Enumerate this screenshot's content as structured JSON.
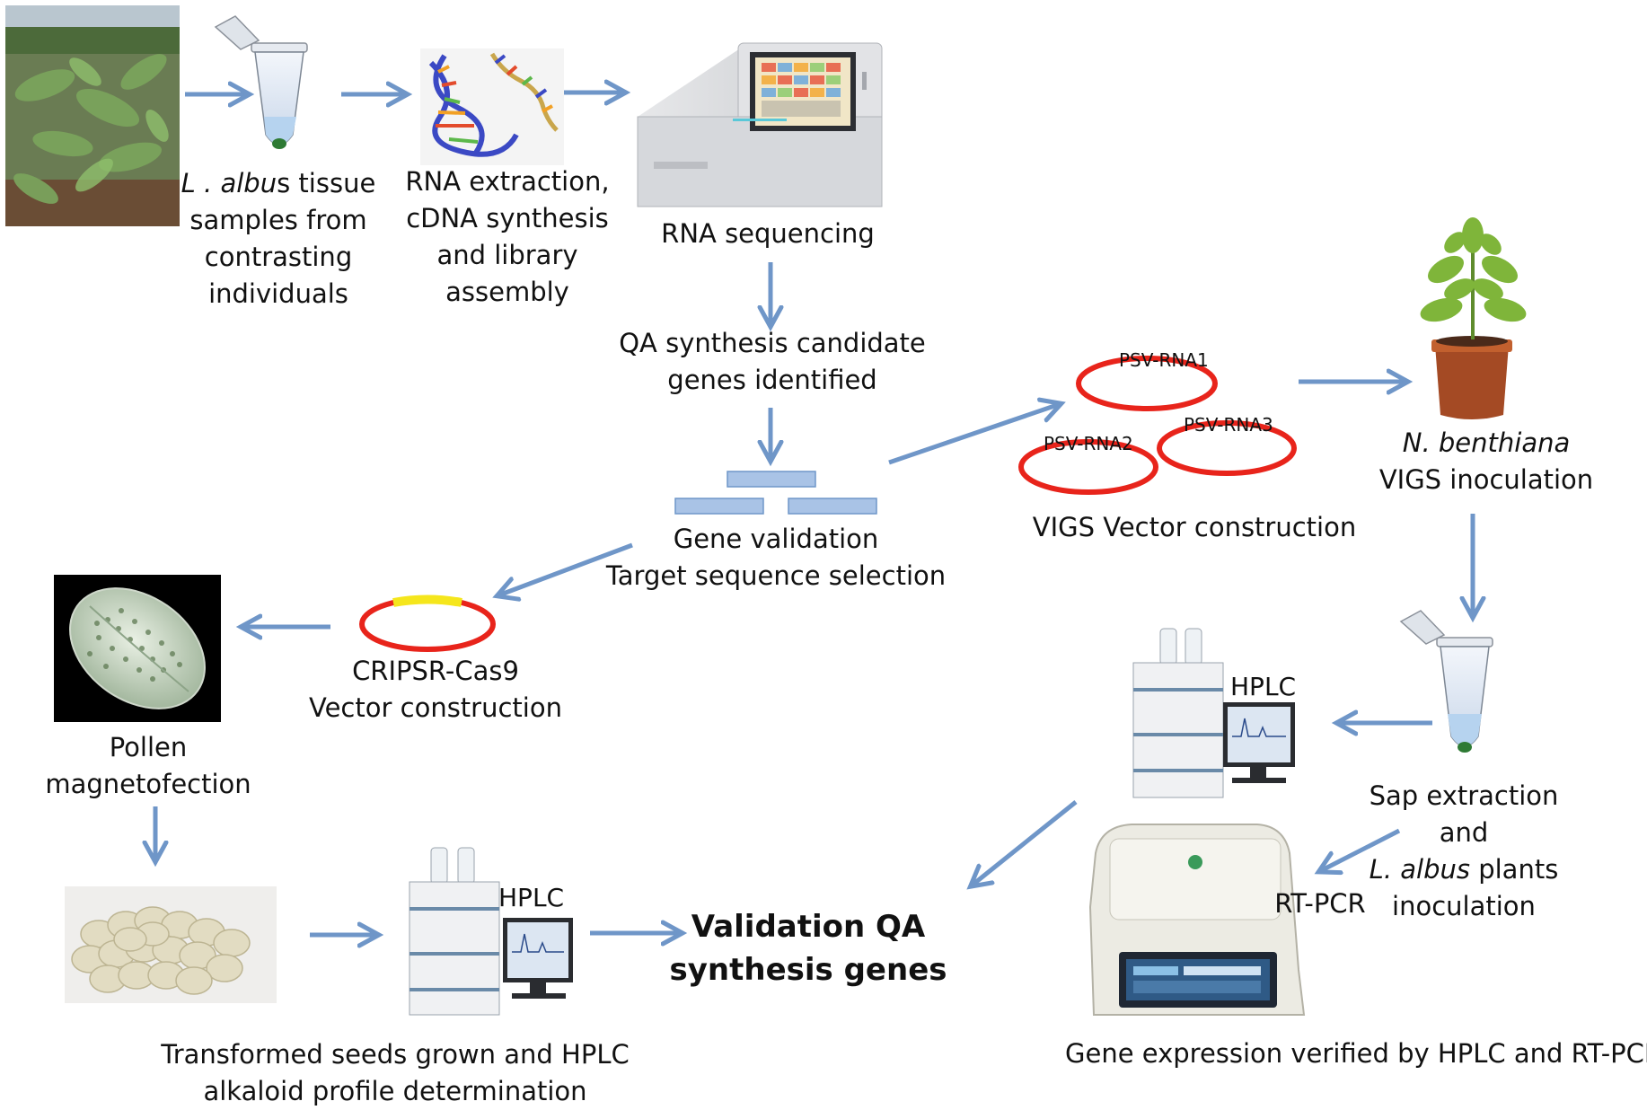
{
  "labels": {
    "tissue": {
      "l1_italic": "L . albu",
      "l1_rest": "s tissue",
      "l2": "samples from",
      "l3": "contrasting",
      "l4": "individuals"
    },
    "rna_extraction": [
      "RNA extraction,",
      "cDNA synthesis",
      "and library",
      "assembly"
    ],
    "rna_seq": "RNA sequencing",
    "qa_candidates": [
      "QA synthesis candidate",
      "genes identified"
    ],
    "gene_validation": [
      "Gene validation",
      "Target sequence selection"
    ],
    "vigs_vector": "VIGS Vector construction",
    "plasmids": [
      "PSV-RNA1",
      "PSV-RNA2",
      "PSV-RNA3"
    ],
    "benthiana": {
      "l1_italic": "N. benthiana",
      "l2": "VIGS inoculation"
    },
    "crispr": [
      "CRIPSR-Cas9",
      "Vector construction"
    ],
    "pollen": [
      "Pollen",
      "magnetofection"
    ],
    "hplc": "HPLC",
    "hplc_bottom": "HPLC",
    "sap": {
      "l1": "Sap extraction",
      "l2": "and",
      "l3_italic": "L. albus",
      "l3_rest": " plants",
      "l4": "inoculation"
    },
    "rtpcr": "RT-PCR",
    "validation": [
      "Validation QA",
      "synthesis genes"
    ],
    "transformed": [
      "Transformed seeds grown and HPLC",
      "alkaloid profile determination"
    ],
    "gene_expression": "Gene expression verified by HPLC and RT-PCR"
  },
  "colors": {
    "arrow": "#6f96c8",
    "plasmid": "#e8241b",
    "insert": "#f5e61c",
    "gene_bar": "#a9c3e6"
  },
  "icons": [
    "plant-photo",
    "tube-icon",
    "dna-icon",
    "sequencer-icon",
    "benthiana-plant-icon",
    "pollen-icon",
    "seeds-photo",
    "hplc-icon",
    "rtpcr-machine-icon"
  ]
}
